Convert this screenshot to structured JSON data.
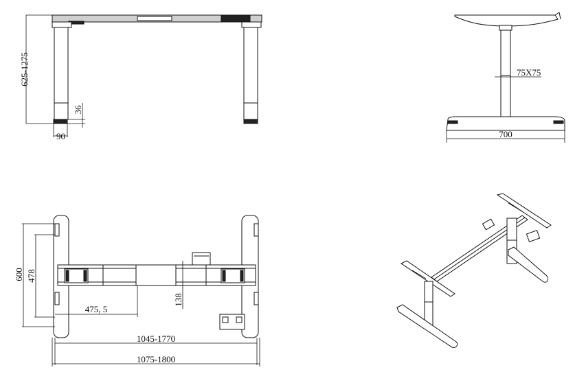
{
  "front_view": {
    "height_label": "625-1275",
    "leg_width_label": "90",
    "foot_height_label": "36"
  },
  "side_view": {
    "column_label": "75X75",
    "foot_length_label": "700"
  },
  "top_view": {
    "depth_label": "600",
    "inner_depth_label": "478",
    "half_span_label": "475, 5",
    "beam_label": "138",
    "inner_width_label": "1045-1770",
    "outer_width_label": "1075-1800"
  }
}
